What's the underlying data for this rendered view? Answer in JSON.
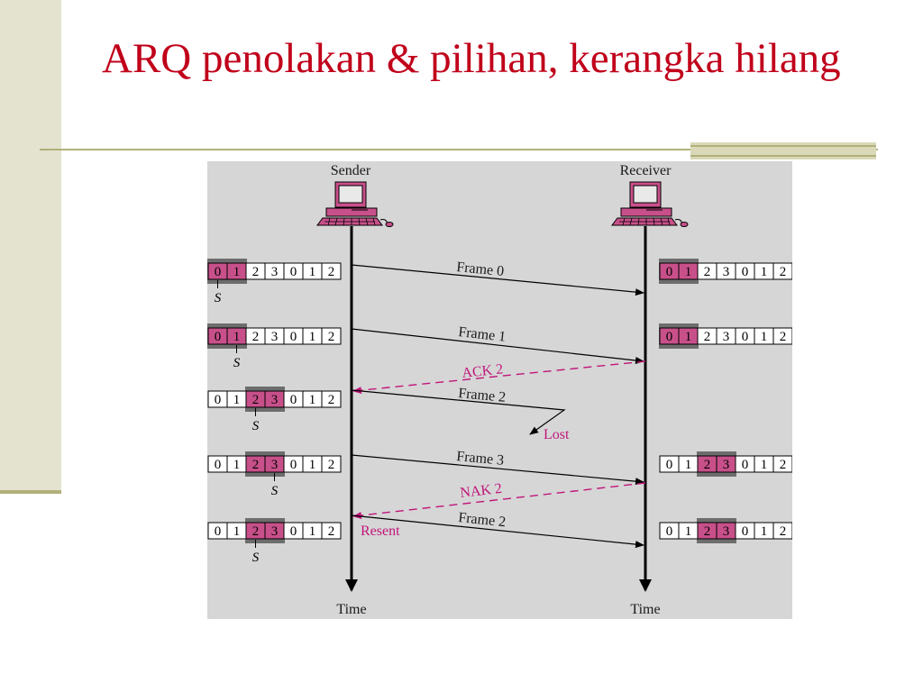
{
  "slide": {
    "title": "ARQ penolakan & pilihan, kerangka hilang"
  },
  "colors": {
    "title": "#c0001a",
    "accent_olive": "#b2b07a",
    "diagram_bg": "#d6d6d6",
    "window_fill": "#c8508a",
    "window_frame": "#6d6d6d",
    "control_arrow": "#c0157a"
  },
  "diagram": {
    "sender_label": "Sender",
    "receiver_label": "Receiver",
    "time_label": "Time",
    "sender_icon": "computer-icon",
    "receiver_icon": "computer-icon",
    "sequence_numbers": [
      "0",
      "1",
      "2",
      "3",
      "0",
      "1",
      "2"
    ],
    "pointer_label": "S",
    "sender_windows": [
      {
        "window_start": 0,
        "pointer_at": 0
      },
      {
        "window_start": 0,
        "pointer_at": 1
      },
      {
        "window_start": 2,
        "pointer_at": 2
      },
      {
        "window_start": 2,
        "pointer_at": 3
      },
      {
        "window_start": 2,
        "pointer_at": 2
      }
    ],
    "receiver_windows": [
      {
        "step": 1,
        "window_start": 0
      },
      {
        "step": 2,
        "window_start": 0
      },
      {
        "step": 4,
        "window_start": 2
      },
      {
        "step": 5,
        "window_start": 2
      }
    ],
    "messages": [
      {
        "label": "Frame 0",
        "direction": "sender-to-receiver",
        "kind": "data"
      },
      {
        "label": "Frame 1",
        "direction": "sender-to-receiver",
        "kind": "data"
      },
      {
        "label": "ACK 2",
        "direction": "receiver-to-sender",
        "kind": "control"
      },
      {
        "label": "Frame 2",
        "direction": "sender-to-receiver",
        "kind": "lost"
      },
      {
        "label": "Frame 3",
        "direction": "sender-to-receiver",
        "kind": "data"
      },
      {
        "label": "NAK 2",
        "direction": "receiver-to-sender",
        "kind": "control"
      },
      {
        "label": "Frame 2",
        "direction": "sender-to-receiver",
        "kind": "data"
      }
    ],
    "lost_label": "Lost",
    "resent_label": "Resent"
  }
}
